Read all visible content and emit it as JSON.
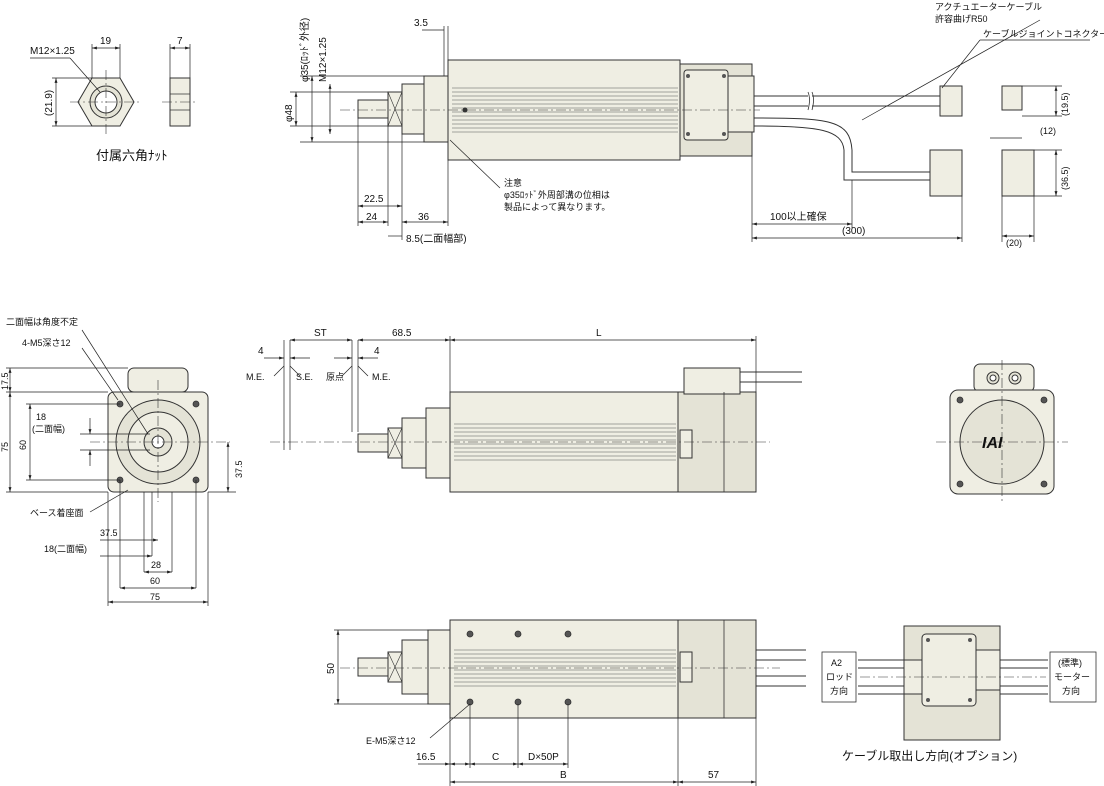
{
  "nut": {
    "thread": "M12×1.25",
    "width": "19",
    "thickness": "7",
    "height": "(21.9)",
    "caption": "付属六角ﾅｯﾄ"
  },
  "top_view": {
    "rod_dia_label": "φ35(ﾛｯﾄﾞ外径)",
    "rod_thread_label": "M12×1.25",
    "body_dia_label": "φ48",
    "dim_3_5": "3.5",
    "dim_22_5": "22.5",
    "dim_24": "24",
    "dim_36": "36",
    "dim_8_5": "8.5(二面幅部)",
    "note_title": "注意",
    "note_line1": "φ35ﾛｯﾄﾞ外周部溝の位相は",
    "note_line2": "製品によって異なります。",
    "cable_bend": "アクチュエーターケーブル",
    "cable_bend2": "許容曲げR50",
    "cable_connector": "ケーブルジョイントコネクター",
    "dim_100": "100以上確保",
    "dim_300": "(300)",
    "conn_19_5": "(19.5)",
    "conn_12": "(12)",
    "conn_36_5": "(36.5)",
    "conn_20": "(20)"
  },
  "front_view": {
    "label_flat": "二面幅は角度不定",
    "label_m5": "4-M5深さ12",
    "dim_17_5": "17.5",
    "dim_75": "75",
    "dim_60": "60",
    "dim_18": "18",
    "dim_18b": "(二面幅)",
    "dim_37_5r": "37.5",
    "label_base": "ベース着座面",
    "dim_37_5": "37.5",
    "dim_18_flat": "18(二面幅)",
    "dim_28": "28",
    "dim_60b": "60",
    "dim_75b": "75"
  },
  "side_view": {
    "dim_st": "ST",
    "dim_68_5": "68.5",
    "dim_L": "L",
    "dim_4a": "4",
    "dim_4b": "4",
    "me1": "M.E.",
    "se": "S.E.",
    "origin": "原点",
    "me2": "M.E."
  },
  "bottom_view": {
    "dim_50": "50",
    "label_em5": "E-M5深さ12",
    "dim_16_5": "16.5",
    "dim_C": "C",
    "dim_DxP": "D×50P",
    "dim_B": "B",
    "dim_57": "57"
  },
  "option_view": {
    "left_label1": "A2",
    "left_label2": "ロッド",
    "left_label3": "方向",
    "right_label1": "(標準)",
    "right_label2": "モーター",
    "right_label3": "方向",
    "caption": "ケーブル取出し方向(オプション)"
  },
  "end_logo": "IAI"
}
